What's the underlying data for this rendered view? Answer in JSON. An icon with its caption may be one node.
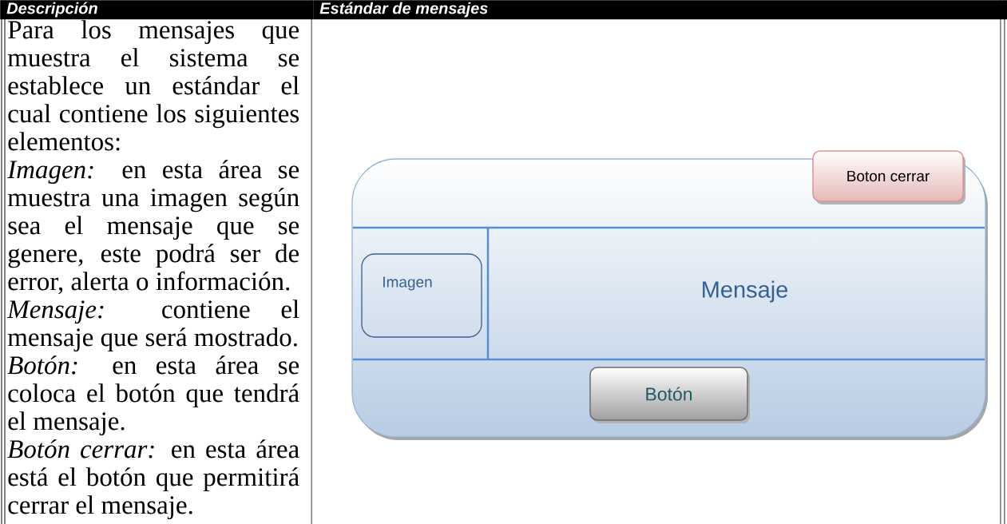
{
  "diagram": {
    "nodes": [
      {
        "text": [],
        "shape": "box"
      },
      {
        "text": [
          "Boton cerrar"
        ],
        "in": 0
      },
      {
        "text": [
          "Imagen"
        ],
        "in": 0
      },
      {
        "text": [
          "Mensaje"
        ],
        "in": 0
      },
      {
        "text": [
          "Botón"
        ],
        "in": 0
      }
    ],
    "labels": [
      "Descripción",
      "Estándar de mensajes",
      "Para los mensajes que muestra el sistema se establece un estándar el cual contiene los siguientes elementos:",
      "*Imagen:* en esta área se muestra una imagen según sea el mensaje que se genere, este podrá ser de error, alerta o información.",
      "*Mensaje:* contiene el mensaje que será mostrado.",
      "*Botón:* en esta área se coloca el botón que tendrá el mensaje.",
      "*Botón cerrar:* en esta área está el botón que permitirá cerrar el mensaje."
    ]
  }
}
